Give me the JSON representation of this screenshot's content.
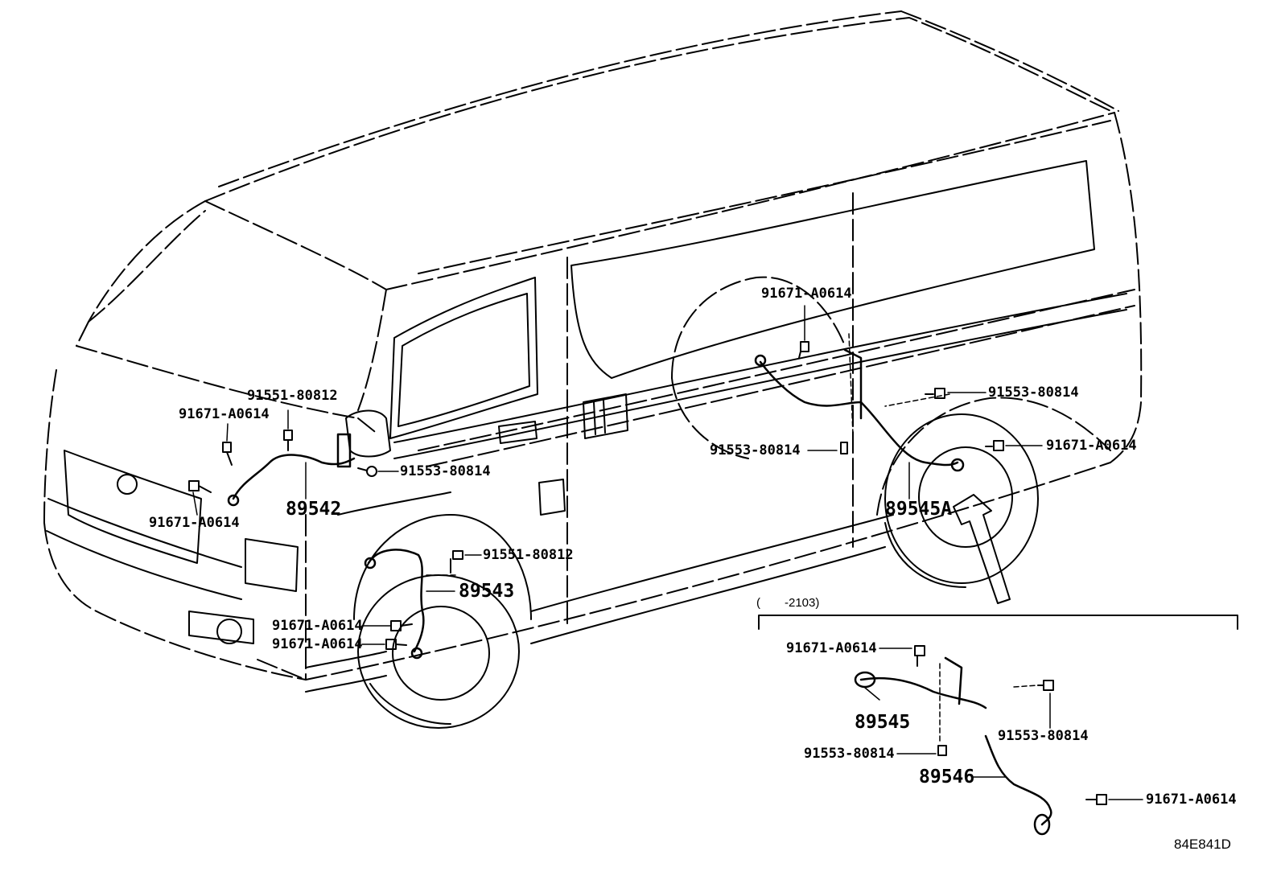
{
  "illustration_id": "84E841D",
  "date_range_note": "(　　-2103)",
  "callouts": {
    "fl_clip_top": "91551-80812",
    "fl_screw_top": "91671-A0614",
    "fl_bolt_right": "91553-80814",
    "fl_sensor": "89542",
    "fl_screw_bottom": "91671-A0614",
    "fr_clip": "91551-80812",
    "fr_sensor": "89543",
    "fr_screw_a": "91671-A0614",
    "fr_screw_b": "91671-A0614",
    "rr_screw_top": "91671-A0614",
    "rr_bolt_left": "91553-80814",
    "rr_bolt_right": "91553-80814",
    "rr_screw_right": "91671-A0614",
    "rr_sensor": "89545A",
    "inset_screw_top": "91671-A0614",
    "inset_sensor_upper": "89545",
    "inset_bolt_left": "91553-80814",
    "inset_bolt_right": "91553-80814",
    "inset_sensor_lower": "89546",
    "inset_screw_bottom": "91671-A0614"
  }
}
